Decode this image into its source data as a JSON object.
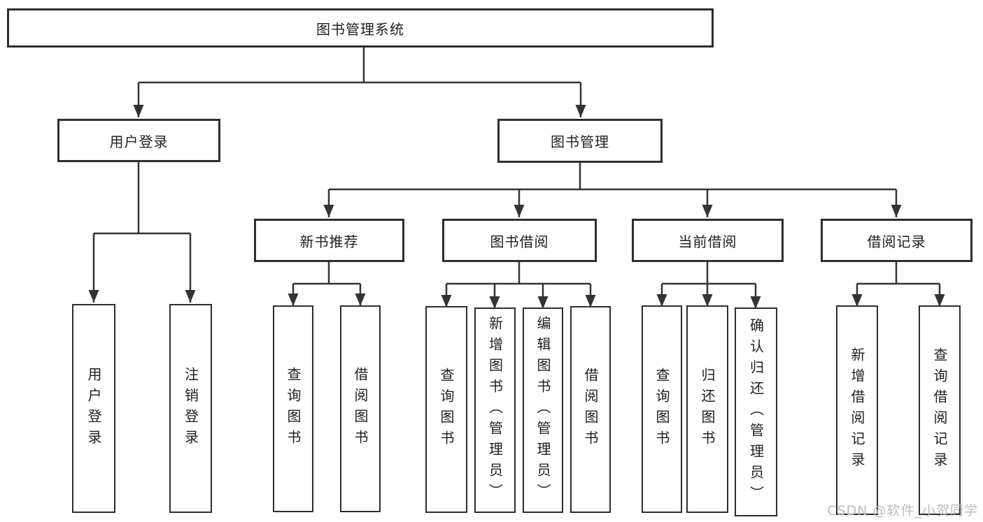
{
  "diagram": {
    "nodes": {
      "root": {
        "label": "图书管理系统"
      },
      "user_login": {
        "label": "用户登录"
      },
      "book_mgmt": {
        "label": "图书管理"
      },
      "new_book_rec": {
        "label": "新书推荐"
      },
      "book_borrow": {
        "label": "图书借阅"
      },
      "current_borrow": {
        "label": "当前借阅"
      },
      "borrow_records": {
        "label": "借阅记录"
      },
      "leaf_user_login": {
        "label": "用户登录"
      },
      "leaf_logout": {
        "label": "注销登录"
      },
      "leaf_query_books_rec": {
        "label": "查询图书"
      },
      "leaf_borrow_books_rec": {
        "label": "借阅图书"
      },
      "leaf_query_books_borrow": {
        "label": "查询图书"
      },
      "leaf_add_books_admin": {
        "label": "新增图书（管理员）"
      },
      "leaf_edit_books_admin": {
        "label": "编辑图书（管理员）"
      },
      "leaf_borrow_books": {
        "label": "借阅图书"
      },
      "leaf_query_books_current": {
        "label": "查询图书"
      },
      "leaf_return_books": {
        "label": "归还图书"
      },
      "leaf_confirm_return_admin": {
        "label": "确认归还（管理员）"
      },
      "leaf_add_borrow_record": {
        "label": "新增借阅记录"
      },
      "leaf_query_borrow_record": {
        "label": "查询借阅记录"
      }
    },
    "edges": [
      {
        "parent": "图书管理系统",
        "children": [
          "用户登录",
          "图书管理"
        ]
      },
      {
        "parent": "用户登录",
        "children": [
          "用户登录",
          "注销登录"
        ]
      },
      {
        "parent": "图书管理",
        "children": [
          "新书推荐",
          "图书借阅",
          "当前借阅",
          "借阅记录"
        ]
      },
      {
        "parent": "新书推荐",
        "children": [
          "查询图书",
          "借阅图书"
        ]
      },
      {
        "parent": "图书借阅",
        "children": [
          "查询图书",
          "新增图书（管理员）",
          "编辑图书（管理员）",
          "借阅图书"
        ]
      },
      {
        "parent": "当前借阅",
        "children": [
          "查询图书",
          "归还图书",
          "确认归还（管理员）"
        ]
      },
      {
        "parent": "借阅记录",
        "children": [
          "新增借阅记录",
          "查询借阅记录"
        ]
      }
    ],
    "colors": {
      "line": "#333333",
      "box_border": "#2e2e2e",
      "text": "#1f1f1f",
      "background": "#ffffff",
      "watermark": "#bcbcbc"
    }
  },
  "watermark": {
    "text": "CSDN @软件_小贺同学"
  }
}
